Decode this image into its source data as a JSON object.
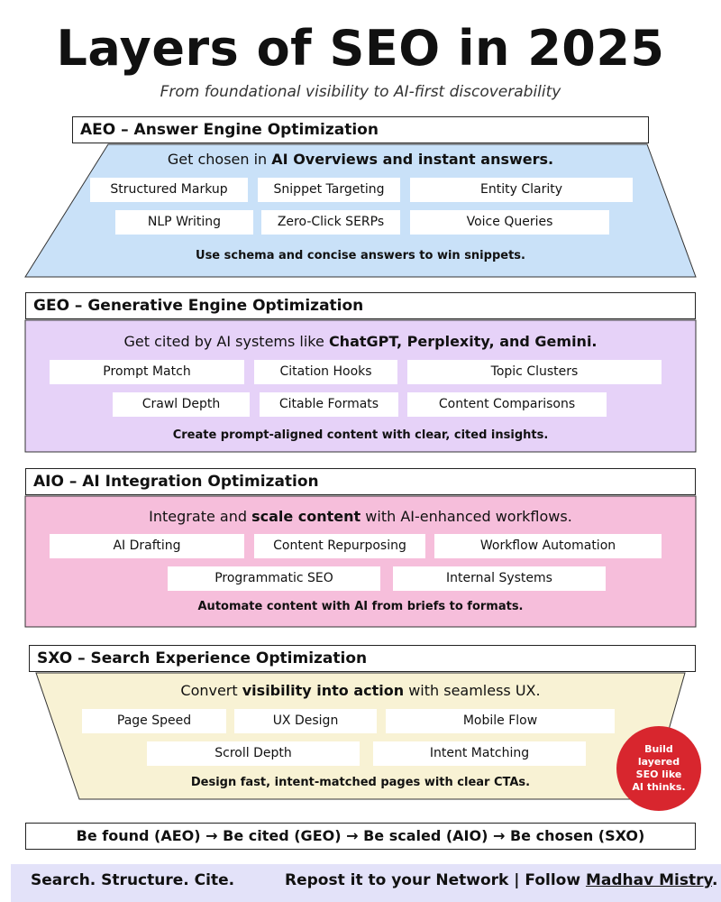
{
  "title": "Layers of SEO in 2025",
  "subtitle": "From foundational visibility to AI-first discoverability",
  "colors": {
    "aeo": "#c9e1f8",
    "geo": "#e6d2f8",
    "aio": "#f6bedb",
    "sxo": "#f8f2d4",
    "badge": "#d8262e",
    "bottom_bar": "#e3e2f9"
  },
  "layers": [
    {
      "header": "AEO – Answer Engine Optimization",
      "subtitle_pre": "Get chosen in ",
      "subtitle_bold": "AI Overviews and instant answers.",
      "subtitle_post": "",
      "pills_row1": [
        "Structured Markup",
        "Snippet Targeting",
        "Entity Clarity"
      ],
      "pills_row2": [
        "NLP Writing",
        "Zero-Click SERPs",
        "Voice Queries"
      ],
      "footer": "Use schema and concise answers to win snippets."
    },
    {
      "header": "GEO – Generative Engine Optimization",
      "subtitle_pre": "Get cited by AI systems like ",
      "subtitle_bold": "ChatGPT, Perplexity, and Gemini.",
      "subtitle_post": "",
      "pills_row1": [
        "Prompt Match",
        "Citation Hooks",
        "Topic Clusters"
      ],
      "pills_row2": [
        "Crawl Depth",
        "Citable Formats",
        "Content Comparisons"
      ],
      "footer": "Create prompt-aligned content with clear, cited insights."
    },
    {
      "header": "AIO – AI Integration Optimization",
      "subtitle_pre": "Integrate and ",
      "subtitle_bold": "scale content",
      "subtitle_post": " with AI-enhanced workflows.",
      "pills_row1": [
        "AI Drafting",
        "Content Repurposing",
        "Workflow Automation"
      ],
      "pills_row2": [
        "Programmatic SEO",
        "Internal Systems"
      ],
      "footer": "Automate content with AI from briefs to formats."
    },
    {
      "header": "SXO – Search Experience Optimization",
      "subtitle_pre": "Convert ",
      "subtitle_bold": "visibility into action",
      "subtitle_post": " with seamless UX.",
      "pills_row1": [
        "Page Speed",
        "UX Design",
        "Mobile Flow"
      ],
      "pills_row2": [
        "Scroll Depth",
        "Intent Matching"
      ],
      "footer": "Design fast, intent-matched pages with clear CTAs."
    }
  ],
  "badge": "Build layered SEO like AI thinks.",
  "summary": "Be found (AEO) → Be cited (GEO) → Be scaled (AIO) → Be chosen (SXO)",
  "bottom": {
    "left": "Search. Structure. Cite.",
    "right_pre": "Repost it to your Network  | Follow ",
    "author": "Madhav Mistry",
    "right_post": "."
  }
}
